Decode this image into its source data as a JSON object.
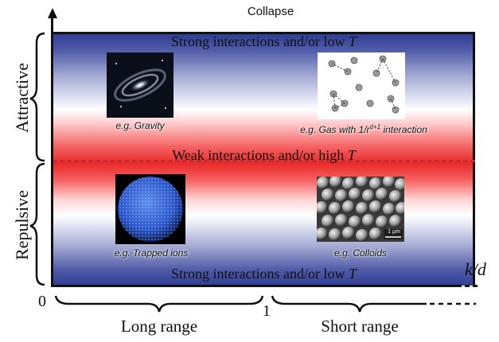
{
  "title": "Collapse",
  "regions": {
    "top_band": "Strong interactions and/or low",
    "middle_band": "Weak interactions and/or high",
    "bottom_band": "Strong interactions and/or low",
    "temperature_symbol": "T"
  },
  "side_labels": {
    "attractive": "Attractive",
    "repulsive": "Repulsive"
  },
  "axis": {
    "x_label": "k/d",
    "origin": "0",
    "tick_one": "1"
  },
  "range_labels": {
    "long": "Long range",
    "short": "Short range"
  },
  "examples": {
    "gravity": "e.g. Gravity",
    "gas_prefix": "e.g. Gas with 1/r",
    "gas_exponent": "d+1",
    "gas_suffix": " interaction",
    "trapped_ions": "e.g. Trapped ions",
    "colloids": "e.g. Colloids",
    "scale_bar": "1 µm"
  },
  "colors": {
    "attractive_repulsive_line": "#c8282c",
    "strong_blue": "#2f3d95",
    "weak_red": "#e92a2a"
  }
}
